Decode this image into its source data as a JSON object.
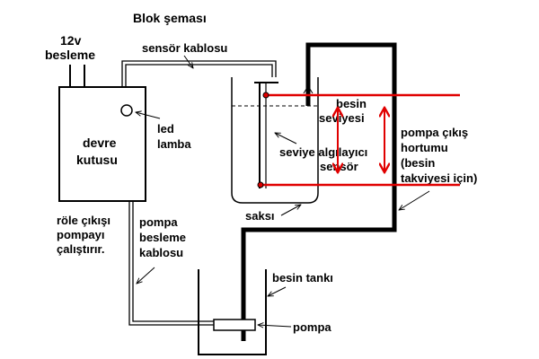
{
  "title": "Blok şeması",
  "labels": {
    "supply": [
      "12v",
      "besleme"
    ],
    "sensor_cable": "sensör kablosu",
    "box": [
      "devre",
      "kutusu"
    ],
    "led": [
      "led",
      "lamba"
    ],
    "relay": [
      "röle çıkışı",
      "pompayı",
      "çalıştırır."
    ],
    "pump_cable": [
      "pompa",
      "besleme",
      "kablosu"
    ],
    "nutrient_level": [
      "besin",
      "seviyesi"
    ],
    "level_sensor": [
      "seviye algılayıcı",
      "sensör"
    ],
    "outlet_hose": [
      "pompa çıkış",
      "hortumu",
      "(besin",
      "takviyesi için)"
    ],
    "pot": "saksı",
    "tank": "besin tankı",
    "pump": "pompa"
  },
  "colors": {
    "line": "#000000",
    "annotation": "#e00000",
    "tube_fill": "#ffffff"
  }
}
